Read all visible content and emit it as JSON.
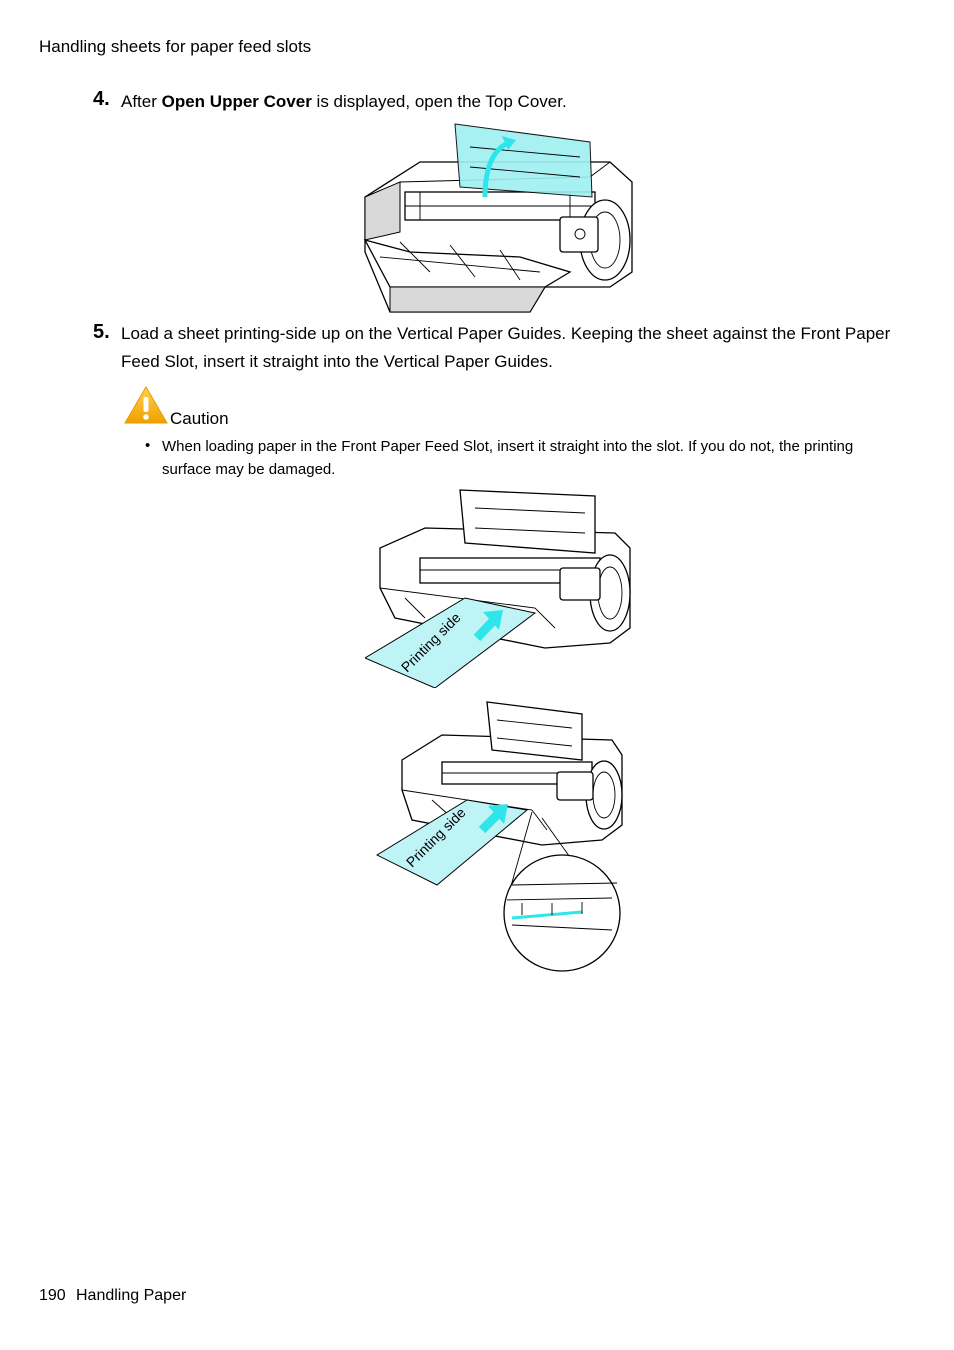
{
  "header": {
    "title": "Handling sheets for paper feed slots"
  },
  "step4": {
    "number": "4.",
    "text_before": "After ",
    "bold": "Open Upper Cover",
    "text_after": " is displayed, open the Top Cover."
  },
  "step5": {
    "number": "5.",
    "text": "Load a sheet printing-side up on the Vertical Paper Guides. Keeping the sheet against the Front Paper Feed Slot, insert it straight into the Vertical Paper Guides."
  },
  "caution": {
    "label": "Caution",
    "bullet": "•",
    "text": "When loading paper in the Front Paper Feed Slot, insert it straight into the slot.  If you do not, the printing surface may be damaged."
  },
  "figures": {
    "fig2_label": "Printing side",
    "fig3_label": "Printing side"
  },
  "colors": {
    "highlight": "#9ff0f2",
    "paper": "#bff4f6",
    "caution_icon": "#f5b400"
  },
  "footer": {
    "page_number": "190",
    "section": "Handling Paper"
  }
}
